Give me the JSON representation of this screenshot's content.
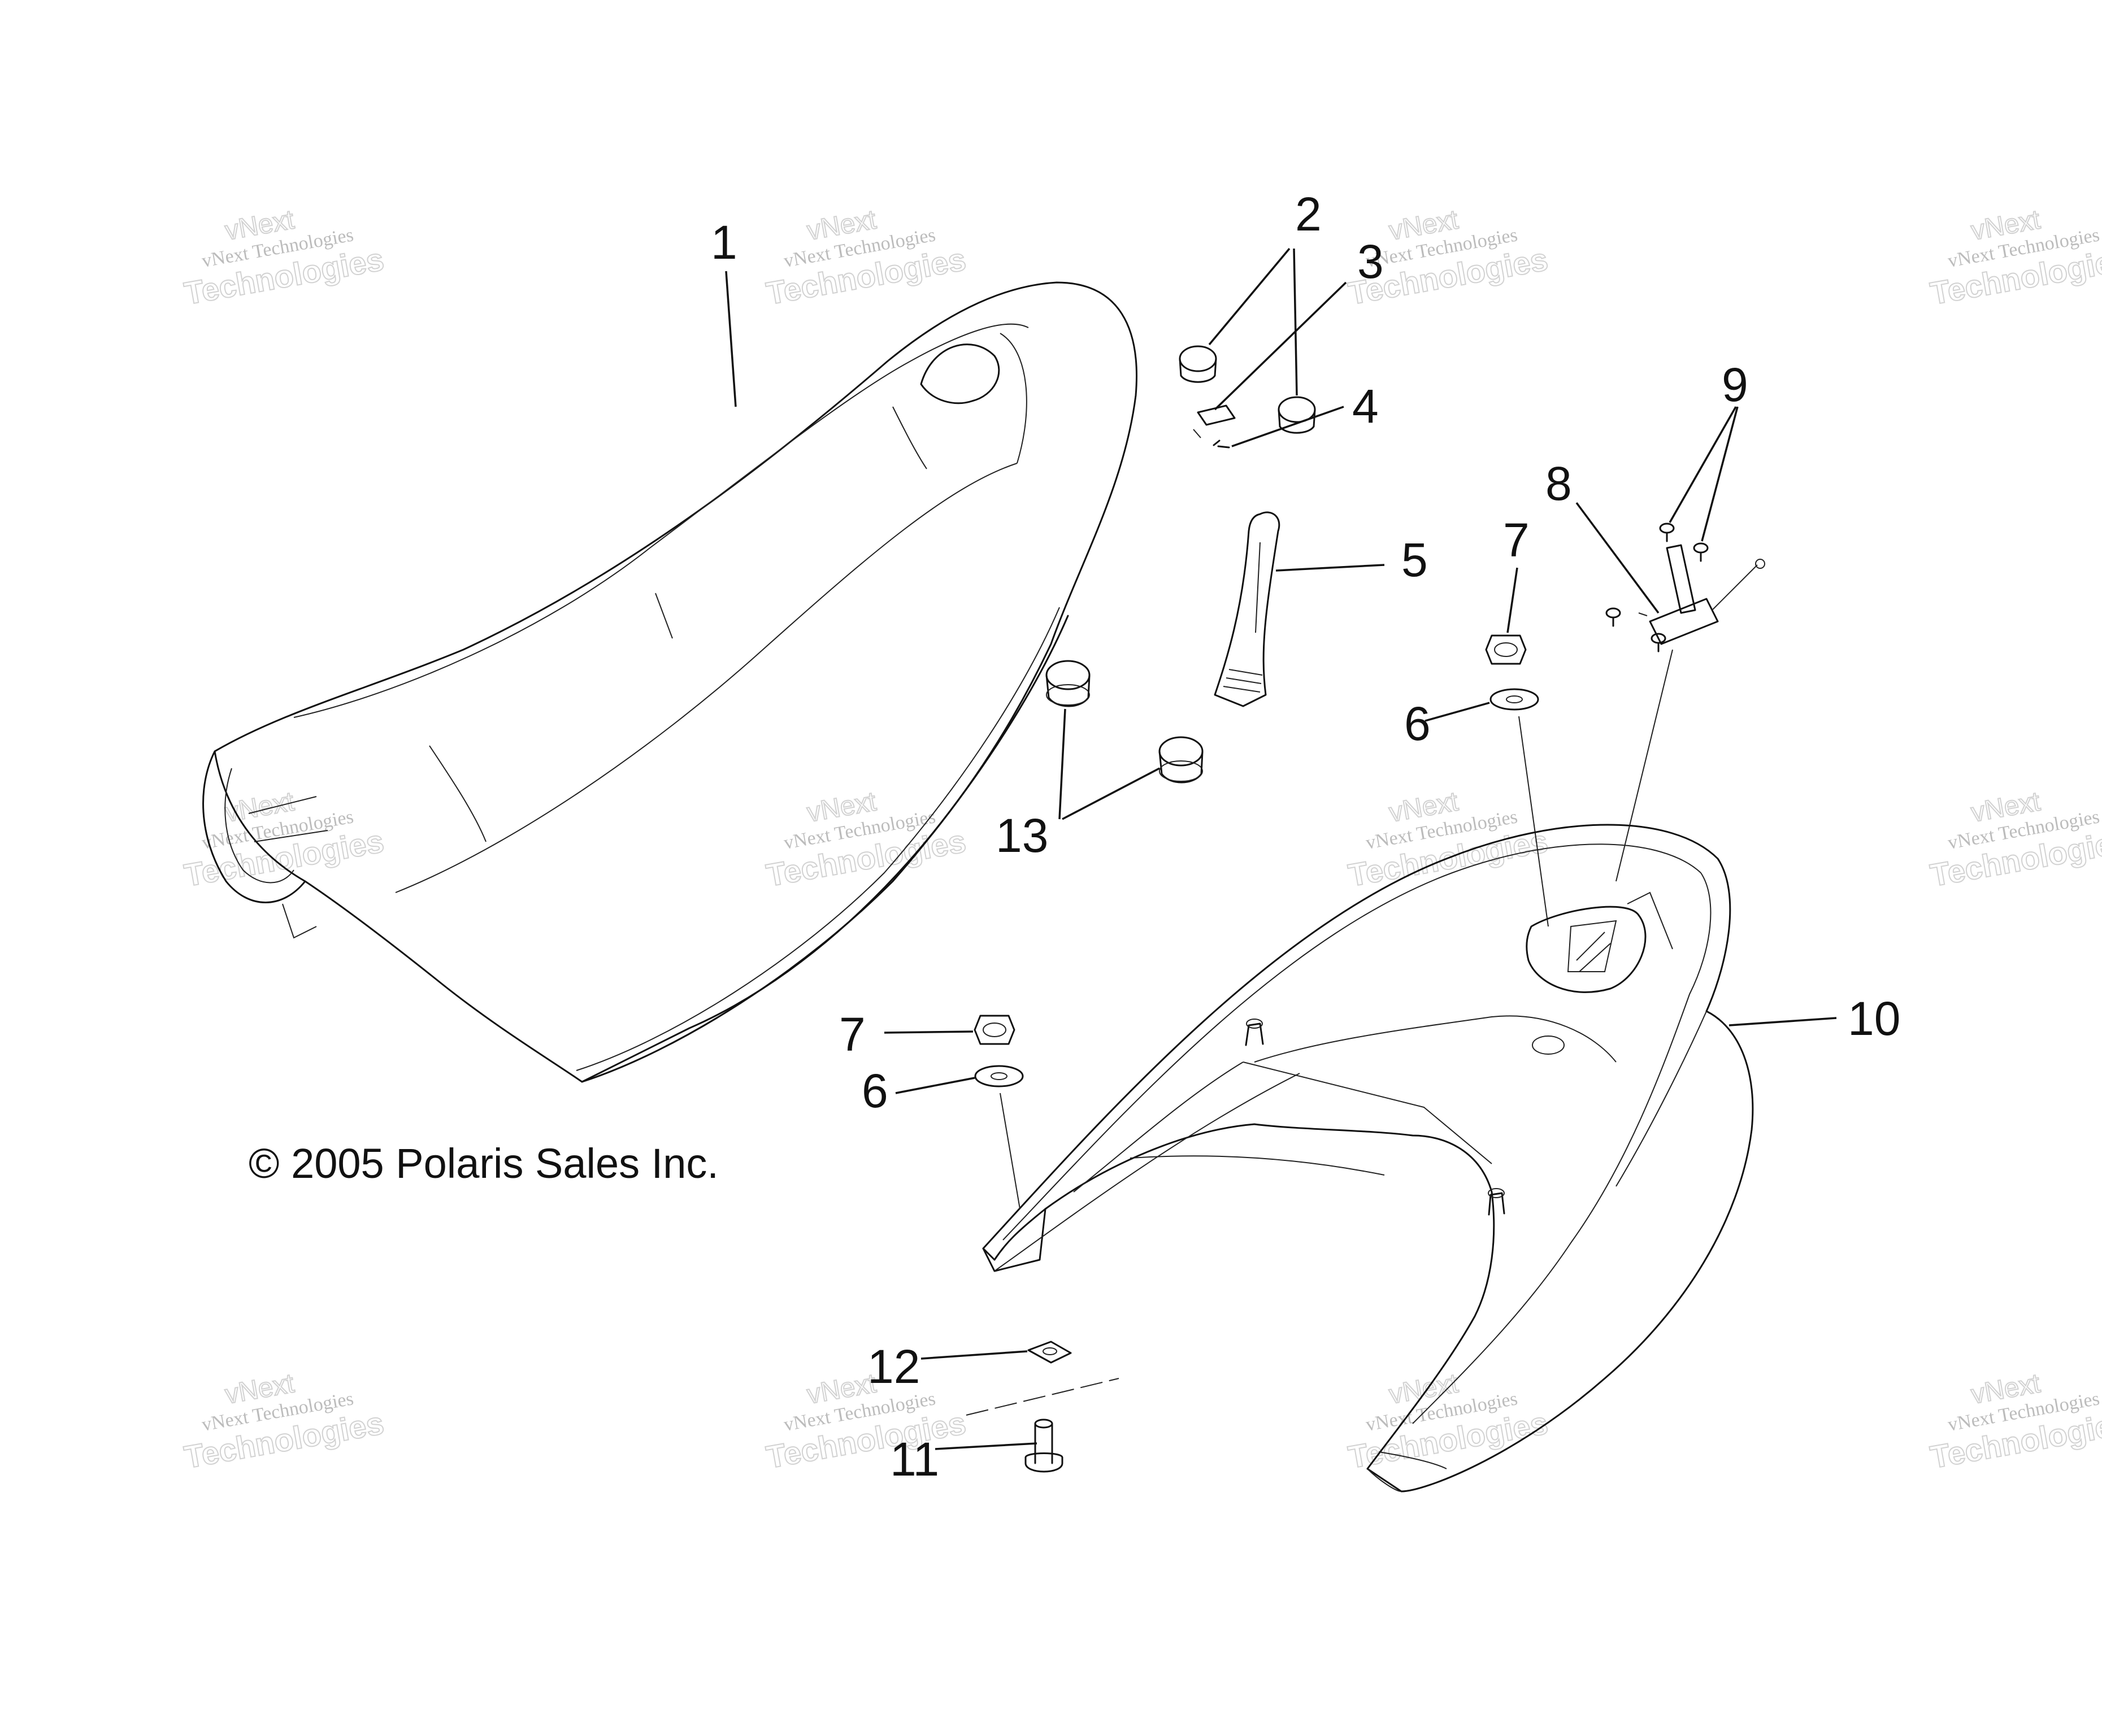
{
  "copyright": "© 2005 Polaris Sales Inc.",
  "watermark": {
    "line_top": "vNext",
    "line_main": "vNext Technologies",
    "line_big": "Technologies"
  },
  "callouts": [
    {
      "id": "c1a",
      "label": "1"
    },
    {
      "id": "c2",
      "label": "2"
    },
    {
      "id": "c3",
      "label": "3"
    },
    {
      "id": "c4",
      "label": "4"
    },
    {
      "id": "c5",
      "label": "5"
    },
    {
      "id": "c6a",
      "label": "6"
    },
    {
      "id": "c6b",
      "label": "6"
    },
    {
      "id": "c7a",
      "label": "7"
    },
    {
      "id": "c7b",
      "label": "7"
    },
    {
      "id": "c8",
      "label": "8"
    },
    {
      "id": "c9",
      "label": "9"
    },
    {
      "id": "c10",
      "label": "10"
    },
    {
      "id": "c11",
      "label": "11"
    },
    {
      "id": "c12",
      "label": "12"
    },
    {
      "id": "c13",
      "label": "13"
    }
  ],
  "colors": {
    "line": "#111111",
    "watermark": "#c8c8c8",
    "background": "#ffffff"
  }
}
